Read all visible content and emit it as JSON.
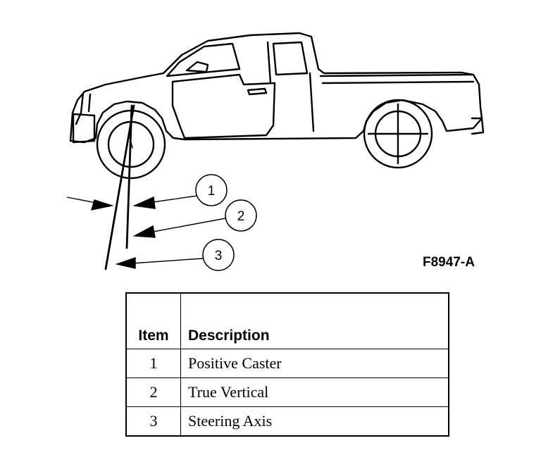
{
  "figure": {
    "code": "F8947-A"
  },
  "callouts": [
    {
      "number": "1"
    },
    {
      "number": "2"
    },
    {
      "number": "3"
    }
  ],
  "legend": {
    "header_item": "Item",
    "header_description": "Description",
    "rows": [
      {
        "item": "1",
        "description": "Positive Caster"
      },
      {
        "item": "2",
        "description": "True Vertical"
      },
      {
        "item": "3",
        "description": "Steering Axis"
      }
    ]
  }
}
